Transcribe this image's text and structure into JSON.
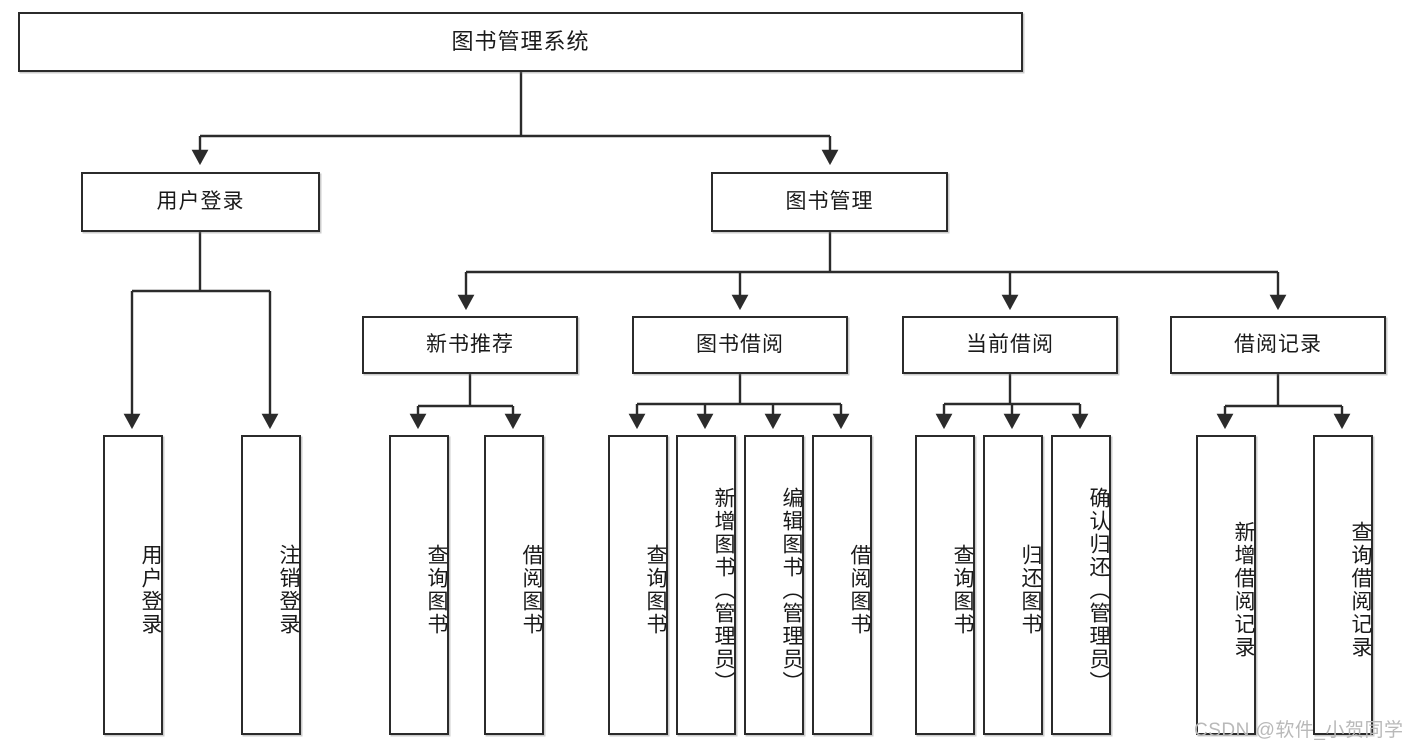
{
  "diagram": {
    "type": "tree",
    "title": "图书管理系统",
    "orientation": "top-down",
    "colors": {
      "box_border": "#2b2b2b",
      "box_fill": "#ffffff",
      "connector": "#2b2b2b",
      "watermark": "#b9b9b9"
    },
    "levels": {
      "root": {
        "label": "图书管理系统"
      },
      "level2": [
        {
          "id": "user-login",
          "label": "用户登录"
        },
        {
          "id": "book-management",
          "label": "图书管理"
        }
      ],
      "level3": [
        {
          "id": "new-book-recommend",
          "label": "新书推荐"
        },
        {
          "id": "book-borrow",
          "label": "图书借阅"
        },
        {
          "id": "current-borrow",
          "label": "当前借阅"
        },
        {
          "id": "borrow-record",
          "label": "借阅记录"
        }
      ],
      "leaves": [
        {
          "id": "leaf-user-login",
          "label": "用户登录",
          "parent": "user-login"
        },
        {
          "id": "leaf-logout",
          "label": "注销登录",
          "parent": "user-login"
        },
        {
          "id": "leaf-query-book-1",
          "label": "查询图书",
          "parent": "new-book-recommend"
        },
        {
          "id": "leaf-borrow-book-1",
          "label": "借阅图书",
          "parent": "new-book-recommend"
        },
        {
          "id": "leaf-query-book-2",
          "label": "查询图书",
          "parent": "book-borrow"
        },
        {
          "id": "leaf-add-book",
          "label": "新增图书（管理员）",
          "parent": "book-borrow"
        },
        {
          "id": "leaf-edit-book",
          "label": "编辑图书（管理员）",
          "parent": "book-borrow"
        },
        {
          "id": "leaf-borrow-book-2",
          "label": "借阅图书",
          "parent": "book-borrow"
        },
        {
          "id": "leaf-query-book-3",
          "label": "查询图书",
          "parent": "current-borrow"
        },
        {
          "id": "leaf-return-book",
          "label": "归还图书",
          "parent": "current-borrow"
        },
        {
          "id": "leaf-confirm-return",
          "label": "确认归还（管理员）",
          "parent": "current-borrow"
        },
        {
          "id": "leaf-add-record",
          "label": "新增借阅记录",
          "parent": "borrow-record"
        },
        {
          "id": "leaf-query-record",
          "label": "查询借阅记录",
          "parent": "borrow-record"
        }
      ]
    },
    "watermark": "CSDN @软件_小贺同学"
  }
}
